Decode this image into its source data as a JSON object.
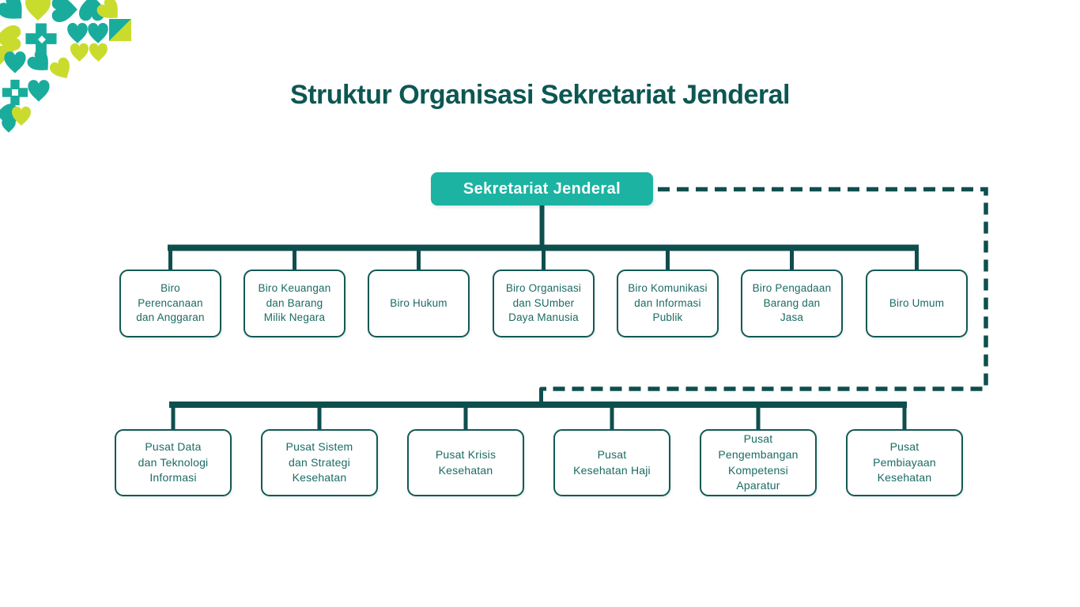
{
  "page": {
    "title": "Struktur Organisasi Sekretariat Jenderal"
  },
  "colors": {
    "accent_teal": "#1cb3a2",
    "dark_teal_lines": "#0e4f4e",
    "title_teal": "#0c5753",
    "box_text_teal": "#1a6b63",
    "lime": "#c9dc2e"
  },
  "logo": {
    "name": "kemenkes-corner-pattern"
  },
  "org_chart": {
    "root_label": "Sekretariat Jenderal",
    "level1": [
      {
        "label": "Biro\nPerencanaan\ndan Anggaran"
      },
      {
        "label": "Biro Keuangan\ndan Barang\nMilik Negara"
      },
      {
        "label": "Biro Hukum"
      },
      {
        "label": "Biro Organisasi\ndan SUmber\nDaya Manusia"
      },
      {
        "label": "Biro Komunikasi\ndan Informasi\nPublik"
      },
      {
        "label": "Biro Pengadaan\nBarang dan\nJasa"
      },
      {
        "label": "Biro Umum"
      }
    ],
    "level2": [
      {
        "label": "Pusat Data\ndan Teknologi\nInformasi"
      },
      {
        "label": "Pusat Sistem\ndan Strategi\nKesehatan"
      },
      {
        "label": "Pusat Krisis\nKesehatan"
      },
      {
        "label": "Pusat\nKesehatan Haji"
      },
      {
        "label": "Pusat\nPengembangan\nKompetensi\nAparatur"
      },
      {
        "label": "Pusat\nPembiayaan\nKesehatan"
      }
    ]
  }
}
